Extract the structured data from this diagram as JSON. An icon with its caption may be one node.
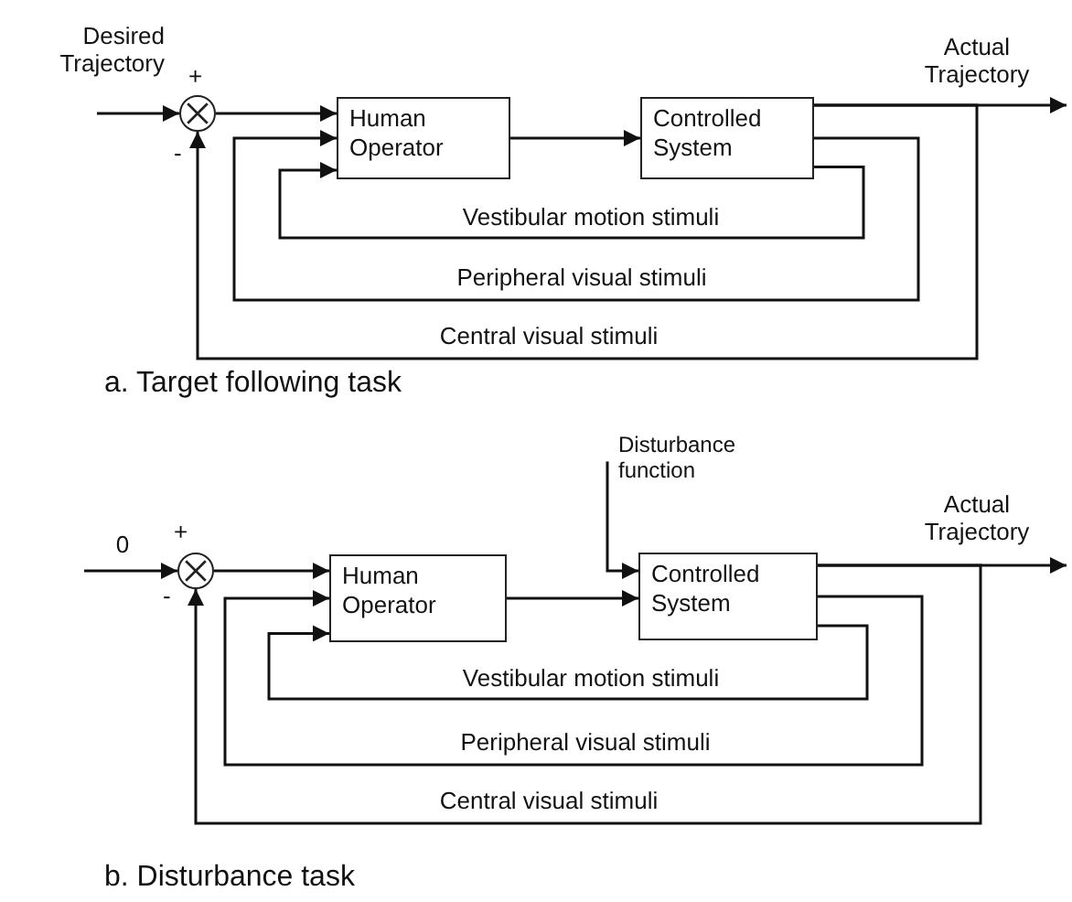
{
  "diagram": {
    "nodes": [
      {
        "text": [],
        "shape": "circle"
      },
      {
        "text": [
          "Human Operator"
        ]
      },
      {
        "text": [
          "Controlled System"
        ]
      },
      {
        "text": [],
        "shape": "circle"
      },
      {
        "text": [
          "Human Operator"
        ]
      },
      {
        "text": [
          "Disturbance function"
        ]
      },
      {
        "text": [
          "Controlled System"
        ]
      }
    ],
    "edges": [
      {
        "from": null,
        "to": 0,
        "arrow": "to",
        "label": "Desired Trajectory"
      },
      {
        "from": 0,
        "to": 1,
        "arrow": "to"
      },
      {
        "from": 1,
        "to": 2,
        "arrow": "to"
      },
      {
        "from": 2,
        "to": null,
        "arrow": "to",
        "label": "Actual Trajectory"
      },
      {
        "from": 2,
        "to": 1,
        "arrow": "to",
        "label": "Vestibular motion stimuli"
      },
      {
        "from": 2,
        "to": 1,
        "arrow": "to",
        "label": "Peripheral visual stimuli"
      },
      {
        "from": 2,
        "to": 0,
        "arrow": "to",
        "label": "Central visual stimuli"
      },
      {
        "from": null,
        "to": 3,
        "arrow": "to",
        "label": "0"
      },
      {
        "from": 3,
        "to": 4,
        "arrow": "to"
      },
      {
        "from": 4,
        "to": 6,
        "arrow": "to"
      },
      {
        "from": 5,
        "to": 6,
        "arrow": "to"
      },
      {
        "from": 6,
        "to": null,
        "arrow": "to",
        "label": "Actual Trajectory"
      },
      {
        "from": 6,
        "to": 4,
        "arrow": "to",
        "label": "Vestibular motion stimuli"
      },
      {
        "from": 6,
        "to": 4,
        "arrow": "to",
        "label": "Peripheral visual stimuli"
      },
      {
        "from": 6,
        "to": 3,
        "arrow": "to",
        "label": "Central visual stimuli"
      }
    ],
    "labels": [
      "+",
      "-",
      "a. Target following task",
      "+",
      "-",
      "b. Disturbance task"
    ]
  }
}
